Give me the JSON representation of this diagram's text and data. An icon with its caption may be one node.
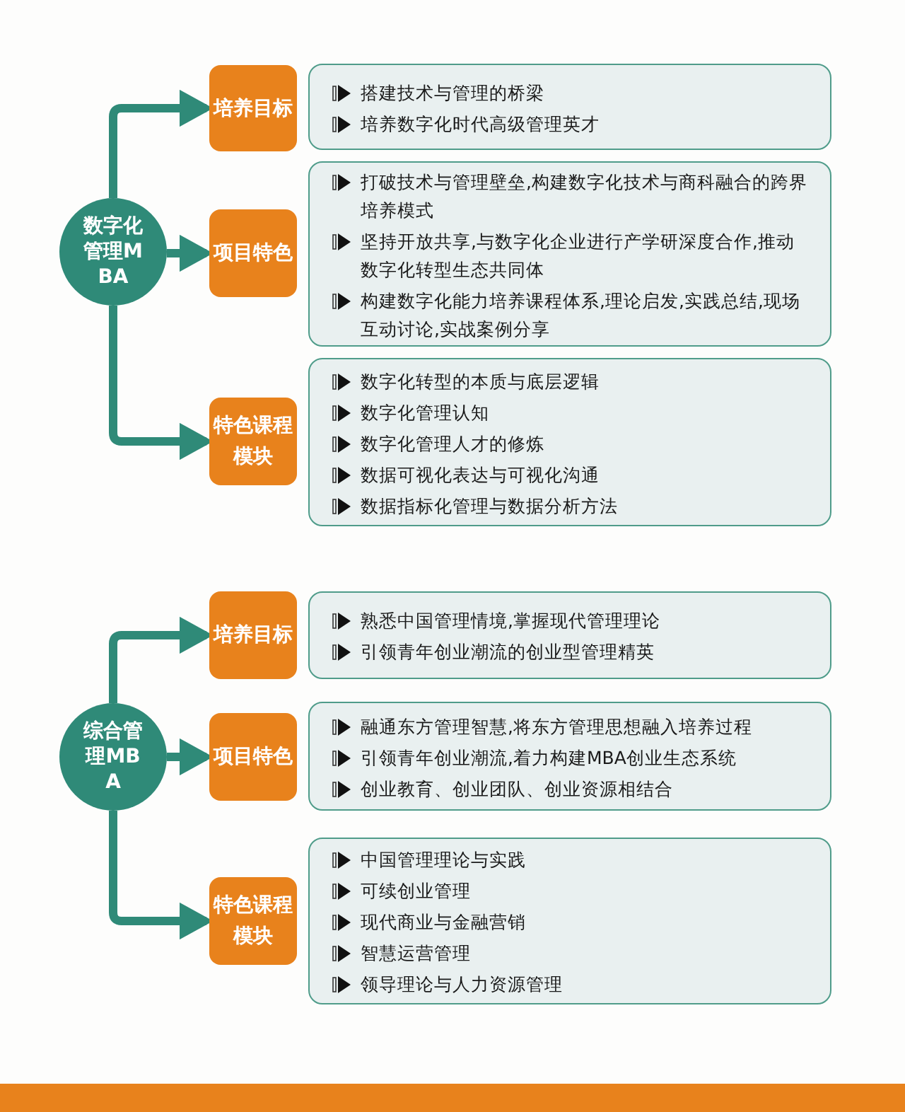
{
  "diagram": {
    "nodes": [
      {
        "text": [
          "数字化管理MBA"
        ]
      },
      {
        "text": [
          "培养目标"
        ]
      },
      {
        "text": [
          "搭建技术与管理的桥梁",
          "培养数字化时代高级管理英才"
        ]
      },
      {
        "text": [
          "项目特色"
        ]
      },
      {
        "text": [
          "打破技术与管理壁垒,构建数字化技术与商科融合的跨界培养模式",
          "坚持开放共享,与数字化企业进行产学研深度合作,推动数字化转型生态共同体",
          "构建数字化能力培养课程体系,理论启发,实践总结,现场互动讨论,实战案例分享"
        ]
      },
      {
        "text": [
          "特色课程模块"
        ]
      },
      {
        "text": [
          "数字化转型的本质与底层逻辑",
          "数字化管理认知",
          "数字化管理人才的修炼",
          "数据可视化表达与可视化沟通",
          "数据指标化管理与数据分析方法"
        ]
      },
      {
        "text": [
          "综合管理MBA"
        ]
      },
      {
        "text": [
          "培养目标"
        ]
      },
      {
        "text": [
          "熟悉中国管理情境,掌握现代管理理论",
          "引领青年创业潮流的创业型管理精英"
        ]
      },
      {
        "text": [
          "项目特色"
        ]
      },
      {
        "text": [
          "融通东方管理智慧,将东方管理思想融入培养过程",
          "引领青年创业潮流,着力构建MBA创业生态系统",
          "创业教育、创业团队、创业资源相结合"
        ]
      },
      {
        "text": [
          "特色课程模块"
        ]
      },
      {
        "text": [
          "中国管理理论与实践",
          "可续创业管理",
          "现代商业与金融营销",
          "智慧运营管理",
          "领导理论与人力资源管理"
        ]
      }
    ],
    "edges": [
      {
        "from": 0,
        "to": 1,
        "arrow": "to"
      },
      {
        "from": 0,
        "to": 3,
        "arrow": "to"
      },
      {
        "from": 0,
        "to": 5,
        "arrow": "to"
      },
      {
        "from": 7,
        "to": 8,
        "arrow": "to"
      },
      {
        "from": 7,
        "to": 10,
        "arrow": "to"
      },
      {
        "from": 7,
        "to": 12,
        "arrow": "to"
      }
    ]
  }
}
